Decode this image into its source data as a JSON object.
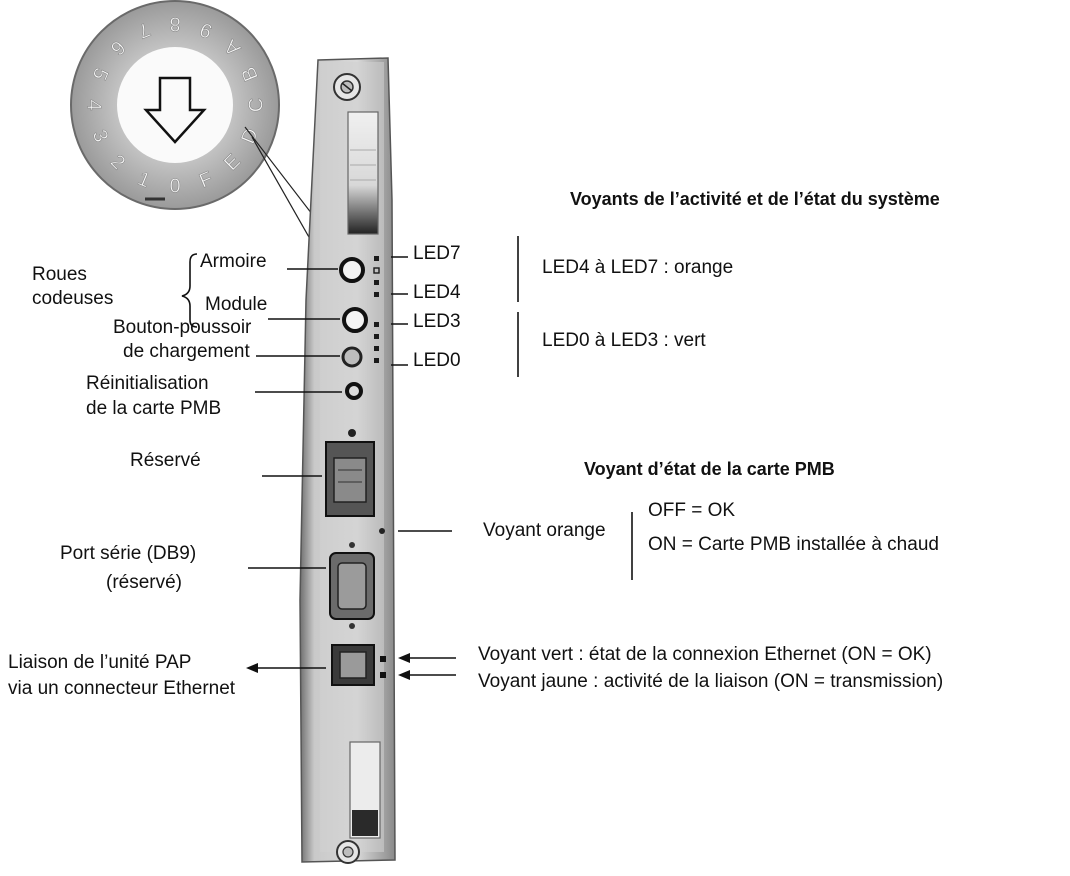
{
  "dial": {
    "digits": [
      "0",
      "1",
      "2",
      "3",
      "4",
      "5",
      "6",
      "7",
      "8",
      "9",
      "A",
      "B",
      "C",
      "D",
      "E",
      "F"
    ]
  },
  "sections": {
    "system_status_title": "Voyants de l’activité et de l’état du système",
    "pmb_status_title": "Voyant d’état de la carte PMB"
  },
  "labels": {
    "rotary_switches": [
      "Roues",
      "codeuses"
    ],
    "cabinet": "Armoire",
    "module": "Module",
    "load_button": [
      "Bouton-poussoir",
      "de chargement"
    ],
    "pmb_reset": [
      "Réinitialisation",
      "de la carte PMB"
    ],
    "reserved": "Réservé",
    "serial_port": [
      "Port série (DB9)",
      "(réservé)"
    ],
    "pap_link": [
      "Liaison de l’unité PAP",
      "via un connecteur Ethernet"
    ]
  },
  "leds": {
    "led7": "LED7",
    "led4": "LED4",
    "led3": "LED3",
    "led0": "LED0",
    "orange_group": "LED4 à LED7 : orange",
    "green_group": "LED0 à LED3 : vert"
  },
  "pmb_led": {
    "name": "Voyant orange",
    "off": "OFF = OK",
    "on": "ON = Carte PMB installée à chaud"
  },
  "ethernet_leds": {
    "green": "Voyant vert : état de la connexion Ethernet (ON = OK)",
    "yellow": "Voyant jaune : activité de la liaison (ON = transmission)"
  }
}
